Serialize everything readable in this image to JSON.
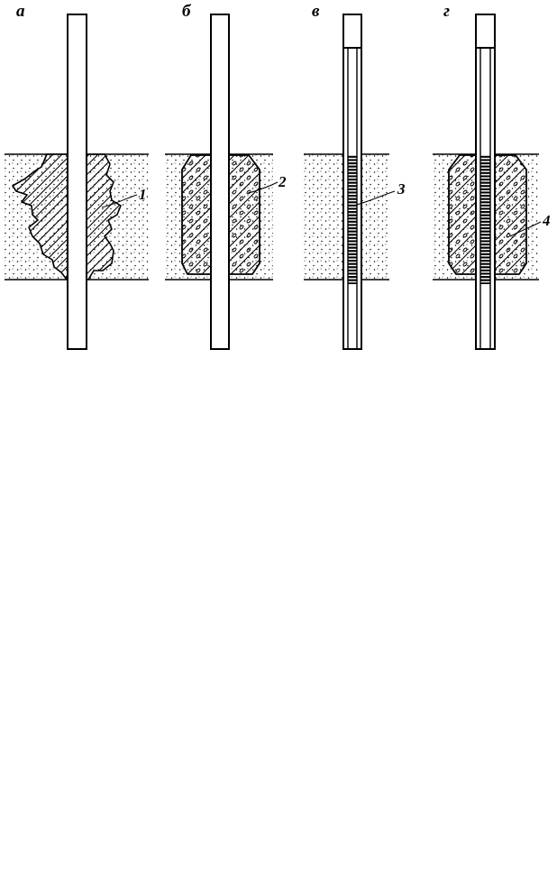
{
  "panels": [
    {
      "label": "а"
    },
    {
      "label": "б"
    },
    {
      "label": "в"
    },
    {
      "label": "г"
    }
  ],
  "callouts": [
    {
      "label": "1"
    },
    {
      "label": "2"
    },
    {
      "label": "3"
    },
    {
      "label": "4"
    }
  ],
  "colors": {
    "ink": "#000000",
    "background": "#ffffff"
  }
}
